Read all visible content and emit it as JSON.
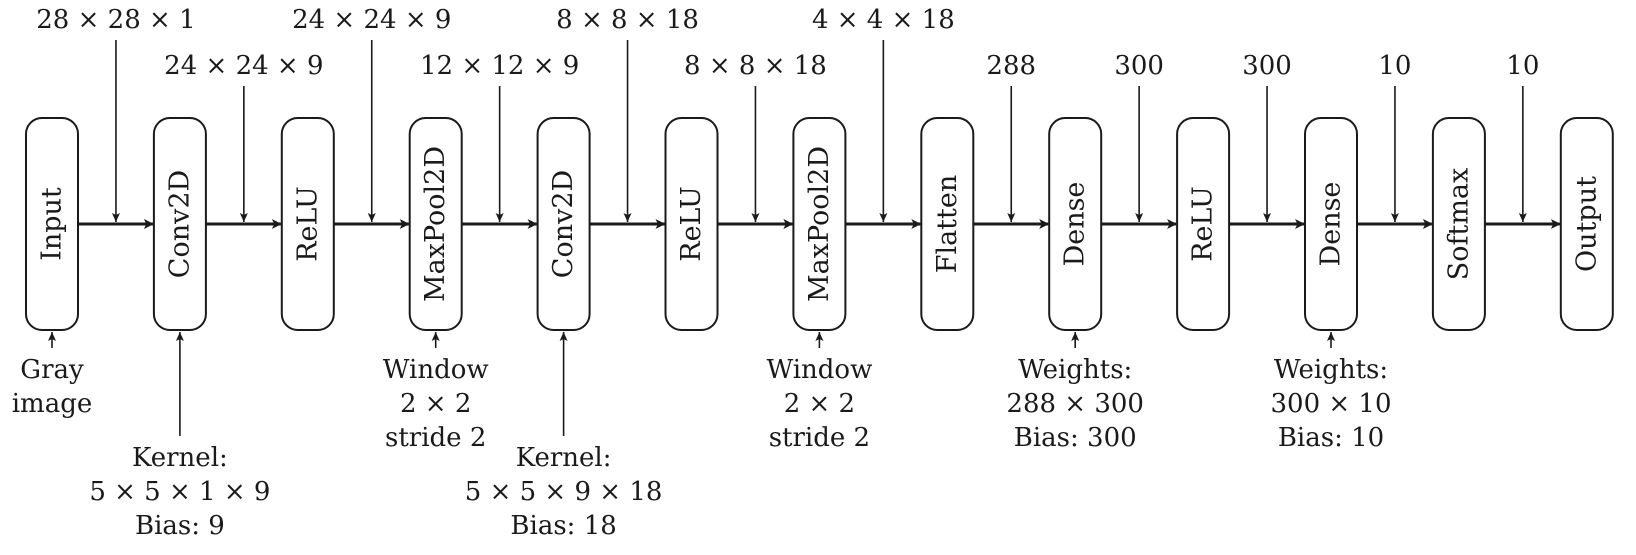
{
  "colors": {
    "ink": "#1a1a1a",
    "background": "#ffffff"
  },
  "layers": [
    {
      "id": "input",
      "label": "Input"
    },
    {
      "id": "conv2d-1",
      "label": "Conv2D"
    },
    {
      "id": "relu-1",
      "label": "ReLU"
    },
    {
      "id": "maxpool-1",
      "label": "MaxPool2D"
    },
    {
      "id": "conv2d-2",
      "label": "Conv2D"
    },
    {
      "id": "relu-2",
      "label": "ReLU"
    },
    {
      "id": "maxpool-2",
      "label": "MaxPool2D"
    },
    {
      "id": "flatten",
      "label": "Flatten"
    },
    {
      "id": "dense-1",
      "label": "Dense"
    },
    {
      "id": "relu-3",
      "label": "ReLU"
    },
    {
      "id": "dense-2",
      "label": "Dense"
    },
    {
      "id": "softmax",
      "label": "Softmax"
    },
    {
      "id": "output",
      "label": "Output"
    }
  ],
  "tensor_shapes": [
    "28 × 28 × 1",
    "24 × 24 × 9",
    "24 × 24 × 9",
    "12 × 12 × 9",
    "8 × 8 × 18",
    "8 × 8 × 18",
    "4 × 4 × 18",
    "288",
    "300",
    "300",
    "10",
    "10"
  ],
  "layer_notes": [
    {
      "layer": "input",
      "lines": [
        "Gray",
        "image"
      ]
    },
    {
      "layer": "conv2d-1",
      "lines": [
        "Kernel:",
        "5 × 5 × 1 × 9",
        "Bias: 9"
      ]
    },
    {
      "layer": "maxpool-1",
      "lines": [
        "Window",
        "2 × 2",
        "stride 2"
      ]
    },
    {
      "layer": "conv2d-2",
      "lines": [
        "Kernel:",
        "5 × 5 × 9 × 18",
        "Bias: 18"
      ]
    },
    {
      "layer": "maxpool-2",
      "lines": [
        "Window",
        "2 × 2",
        "stride 2"
      ]
    },
    {
      "layer": "dense-1",
      "lines": [
        "Weights:",
        "288 × 300",
        "Bias: 300"
      ]
    },
    {
      "layer": "dense-2",
      "lines": [
        "Weights:",
        "300 × 10",
        "Bias: 10"
      ]
    }
  ]
}
